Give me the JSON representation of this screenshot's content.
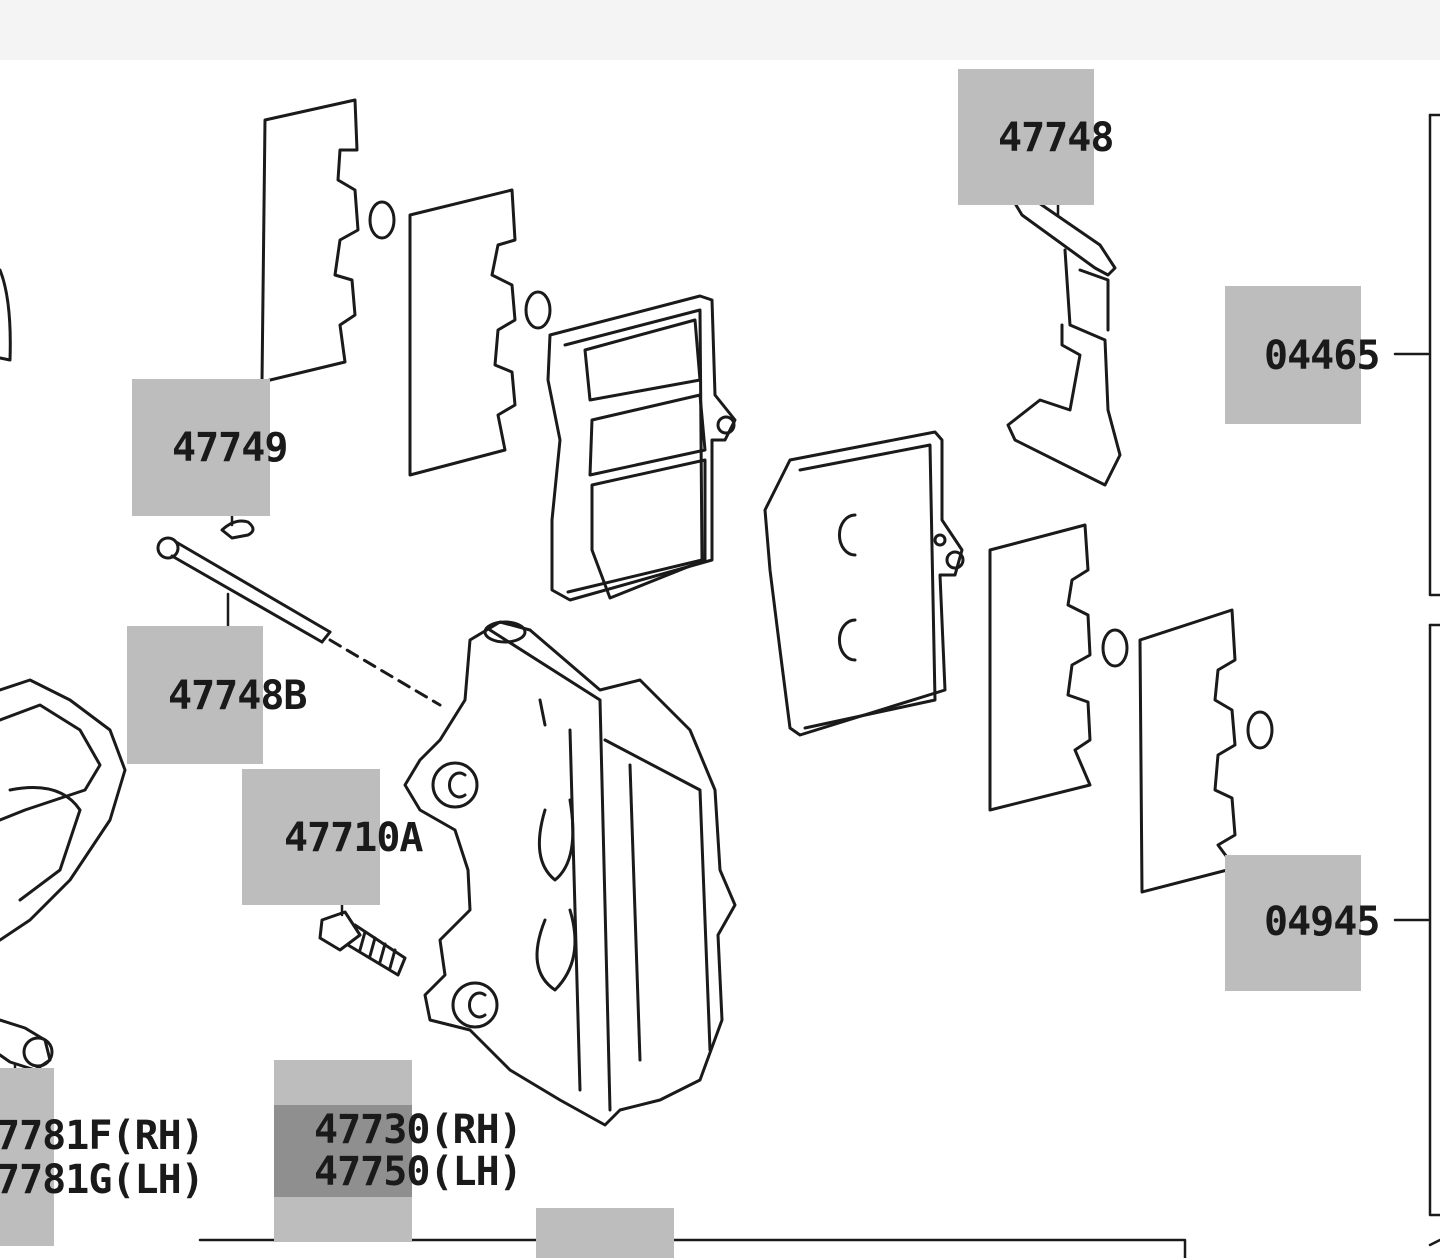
{
  "diagram": {
    "part_labels": {
      "p47748": "47748",
      "p04465": "04465",
      "p47749": "47749",
      "p47748B": "47748B",
      "p47710A": "47710A",
      "p04945": "04945",
      "p47781F": "7781F(RH)",
      "p47781G": "7781G(LH)",
      "p47730": "47730(RH)",
      "p47750": "47750(LH)"
    }
  },
  "colors": {
    "line": "#1a1a1a",
    "highlight": "#bdbdbd",
    "highlight_dark": "#8f8f8f",
    "top_bar": "#f4f4f4"
  }
}
